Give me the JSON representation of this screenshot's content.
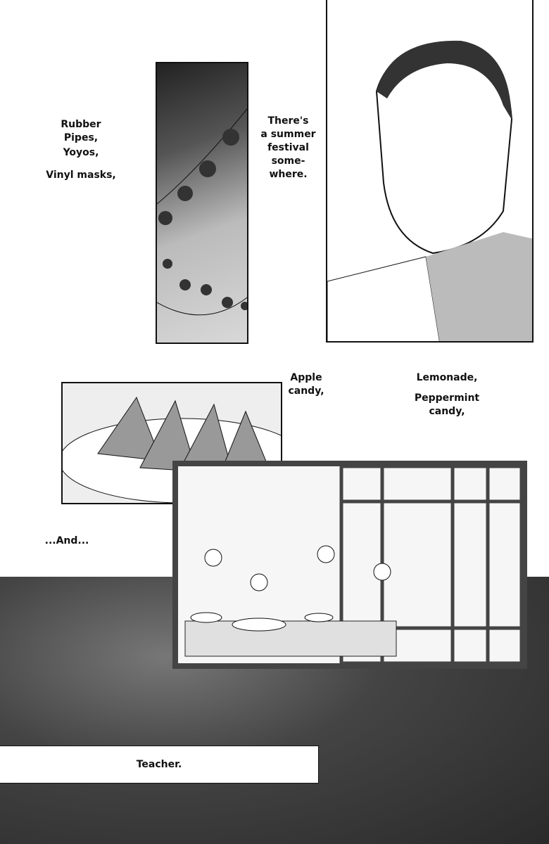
{
  "captions": {
    "rubber_pipes": "Rubber Pipes,",
    "yoyos": "Yoyos,",
    "vinyl_masks": "Vinyl masks,",
    "summer_festival": "There's\na summer\nfestival\nsome-\nwhere.",
    "apple_candy": "Apple\ncandy,",
    "lemonade": "Lemonade,",
    "peppermint_candy": "Peppermint\ncandy,",
    "and": "...And...",
    "teacher": "Teacher."
  }
}
